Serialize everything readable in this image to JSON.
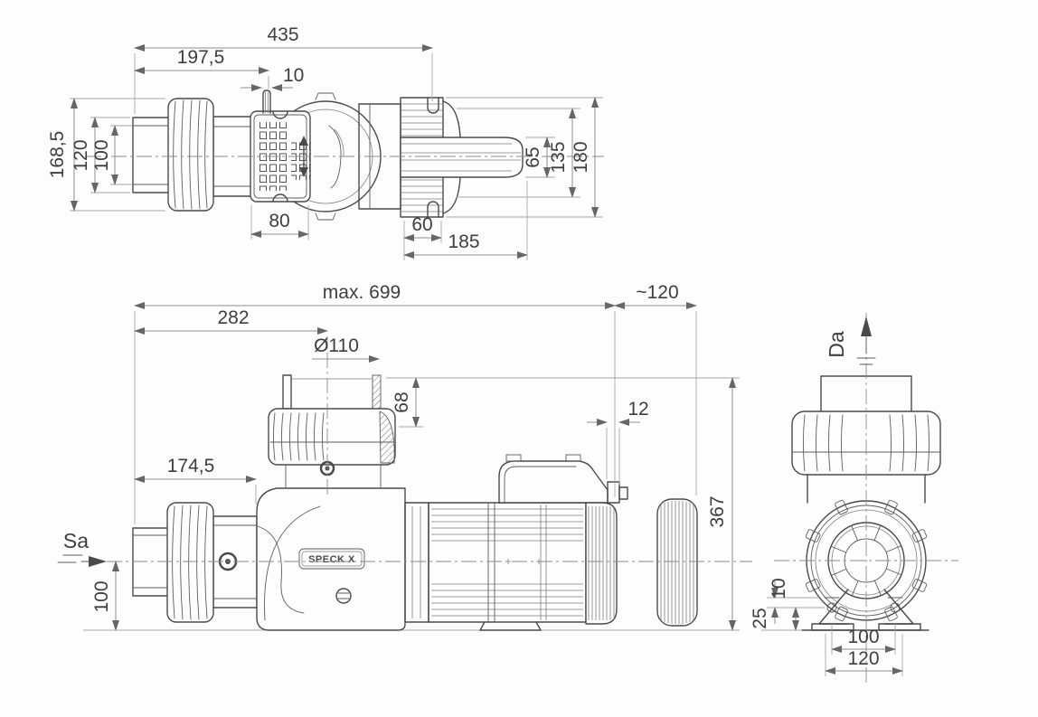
{
  "drawing": {
    "brand_logo": "SPECK X",
    "flow": {
      "suction": "Sa",
      "discharge": "Da"
    }
  },
  "dims": {
    "top": {
      "overall": "435",
      "inlet_to_plug": "197,5",
      "plug_offset": "10",
      "overall_height": "168,5",
      "union_od": "120",
      "hose_id": "100",
      "bracket_width": "80",
      "fin_length": "60",
      "motor_length": "185",
      "shaft_housing_width": "65",
      "mid_width": "135",
      "fin_width": "180"
    },
    "side": {
      "max_length": "max. 699",
      "inlet_to_port": "282",
      "port_diameter": "Ø110",
      "port_height": "68",
      "removal_gap": "~120",
      "lug_width": "12",
      "inlet_to_face": "174,5",
      "axis_height": "100",
      "overall_height": "367"
    },
    "end": {
      "slot_height": "10",
      "foot_height": "25",
      "hole_spacing": "100",
      "foot_width": "120"
    }
  }
}
